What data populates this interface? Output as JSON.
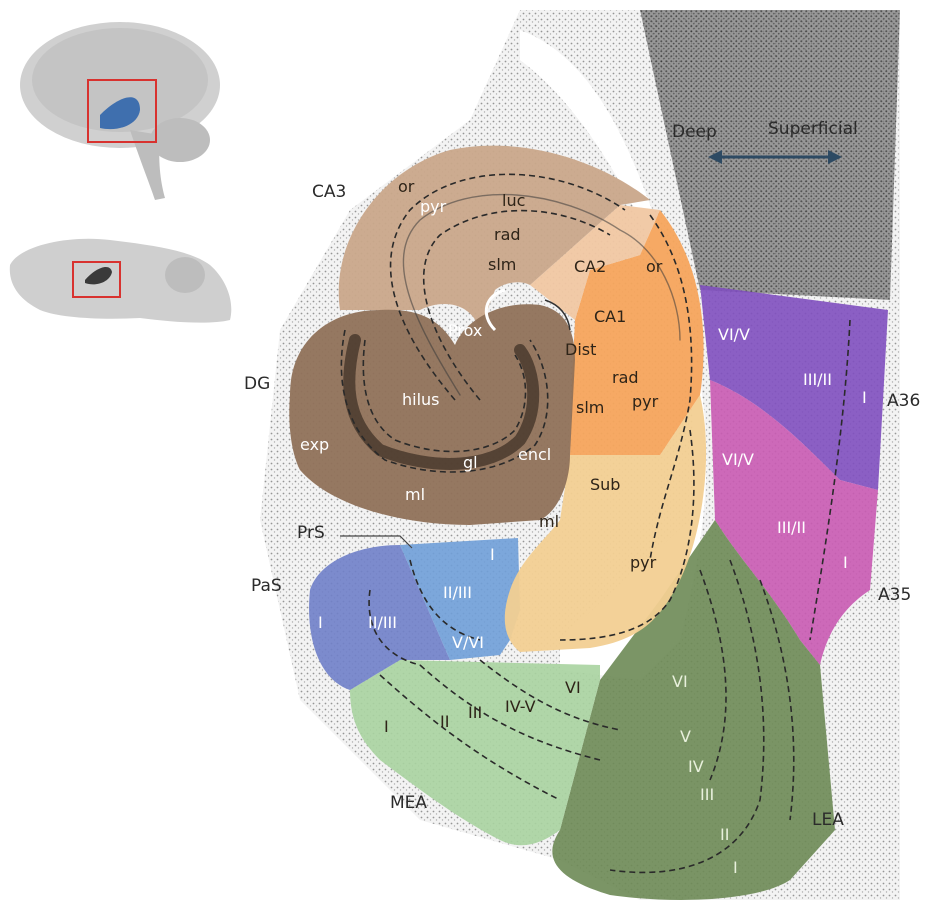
{
  "axis": {
    "deep": "Deep",
    "superficial": "Superficial"
  },
  "regions": {
    "ca3": "CA3",
    "dg": "DG",
    "ca2": "CA2",
    "ca1": "CA1",
    "sub": "Sub",
    "prs": "PrS",
    "pas": "PaS",
    "mea": "MEA",
    "lea": "LEA",
    "a36": "A36",
    "a35": "A35"
  },
  "ca3_layers": {
    "or": "or",
    "pyr": "pyr",
    "luc": "luc",
    "rad": "rad",
    "slm": "slm"
  },
  "dg_layers": {
    "hilus": "hilus",
    "exp": "exp",
    "gl": "gl",
    "encl": "encl",
    "ml": "ml"
  },
  "ca1_layers": {
    "or": "or",
    "dist": "Dist",
    "rad": "rad",
    "slm": "slm",
    "pyr": "pyr",
    "prox": "Prox"
  },
  "sub_layers": {
    "ml": "ml",
    "pyr": "pyr"
  },
  "prs_layers": {
    "i": "I",
    "ii_iii": "II/III",
    "v_vi": "V/VI"
  },
  "pas_layers": {
    "i": "I",
    "ii_iii": "II/III"
  },
  "mea_layers": {
    "i": "I",
    "ii": "II",
    "iii": "III",
    "iv_v": "IV-V",
    "vi": "VI"
  },
  "lea_layers": {
    "vi": "VI",
    "v": "V",
    "iv": "IV",
    "iii": "III",
    "ii": "II",
    "i": "I"
  },
  "a36_layers": {
    "vi_v": "VI/V",
    "iii_ii": "III/II",
    "i": "I"
  },
  "a35_layers": {
    "vi_v": "VI/V",
    "iii_ii": "III/II",
    "i": "I"
  },
  "colors": {
    "ca3": "#c9a68a",
    "dg": "#8f7158",
    "ca2": "#f0c7a2",
    "ca1": "#f6a45c",
    "sub": "#f2cf92",
    "prs": "#6f9fd8",
    "pas": "#6f7fc9",
    "mea": "#a9d3a0",
    "lea": "#6d8a55",
    "a36": "#7f4fbf",
    "a35": "#c95ab2",
    "inset_box": "#d8322f",
    "hippo_inset": "#3f6fae"
  }
}
